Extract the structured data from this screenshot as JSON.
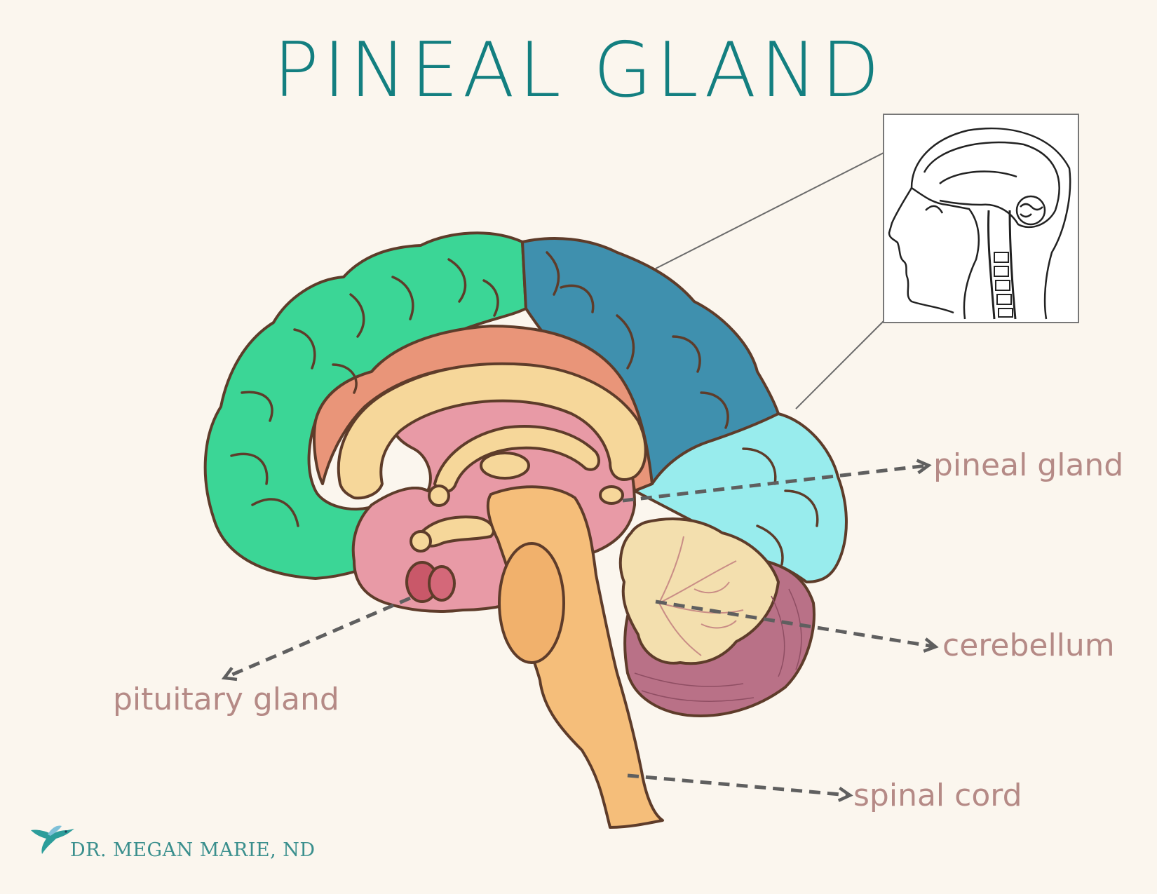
{
  "title": "PINEAL GLAND",
  "labels": {
    "pineal": "pineal gland",
    "cerebellum": "cerebellum",
    "pituitary": "pituitary gland",
    "spinal": "spinal cord"
  },
  "brand": "DR. MEGAN MARIE, ND",
  "icons": {
    "logo": "hummingbird-icon",
    "inset": "head-sagittal-inset-icon"
  },
  "colors": {
    "background": "#fbf6ee",
    "title": "#137f80",
    "label": "#b58a86",
    "frontal": "#3bd696",
    "parietal": "#3f90ae",
    "occipital": "#98eced",
    "cingulate": "#e99579",
    "corpus": "#f6d79a",
    "diencephalon": "#e89aa6",
    "brainstem": "#f5be7a",
    "cerebellum": "#b97187",
    "arrow": "#5f5f5f",
    "outline": "#5e3c2a"
  }
}
